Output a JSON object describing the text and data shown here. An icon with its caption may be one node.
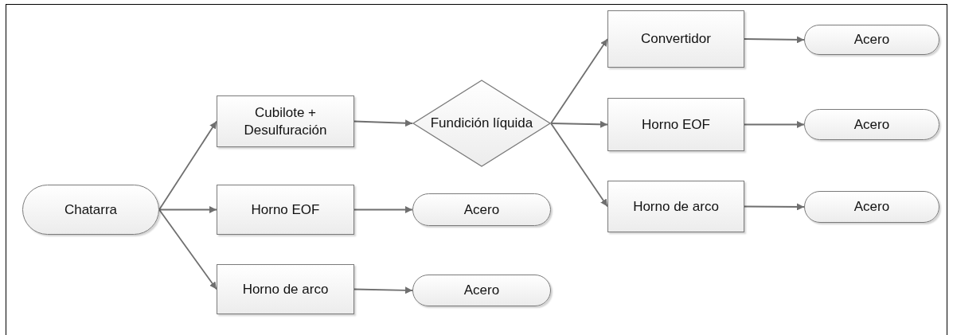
{
  "diagram": {
    "nodes": [
      {
        "text": [
          "Chatarra"
        ]
      },
      {
        "text": [
          "Cubilote + Desulfuración"
        ]
      },
      {
        "text": [
          "Fundición líquida"
        ]
      },
      {
        "text": [
          "Convertidor"
        ]
      },
      {
        "text": [
          "Acero"
        ]
      },
      {
        "text": [
          "Horno EOF"
        ]
      },
      {
        "text": [
          "Acero"
        ]
      },
      {
        "text": [
          "Horno de arco"
        ]
      },
      {
        "text": [
          "Acero"
        ]
      },
      {
        "text": [
          "Horno EOF"
        ]
      },
      {
        "text": [
          "Acero"
        ]
      },
      {
        "text": [
          "Horno de arco"
        ]
      },
      {
        "text": [
          "Acero"
        ]
      }
    ],
    "edges": [
      {
        "from": 0,
        "to": 1,
        "arrow": "to"
      },
      {
        "from": 0,
        "to": 9,
        "arrow": "to"
      },
      {
        "from": 0,
        "to": 11,
        "arrow": "to"
      },
      {
        "from": 1,
        "to": 2,
        "arrow": "to"
      },
      {
        "from": 2,
        "to": 3,
        "arrow": "to"
      },
      {
        "from": 2,
        "to": 5,
        "arrow": "to"
      },
      {
        "from": 2,
        "to": 7,
        "arrow": "to"
      },
      {
        "from": 3,
        "to": 4,
        "arrow": "to"
      },
      {
        "from": 5,
        "to": 6,
        "arrow": "to"
      },
      {
        "from": 7,
        "to": 8,
        "arrow": "to"
      },
      {
        "from": 9,
        "to": 10,
        "arrow": "to"
      },
      {
        "from": 11,
        "to": 12,
        "arrow": "to"
      }
    ]
  }
}
